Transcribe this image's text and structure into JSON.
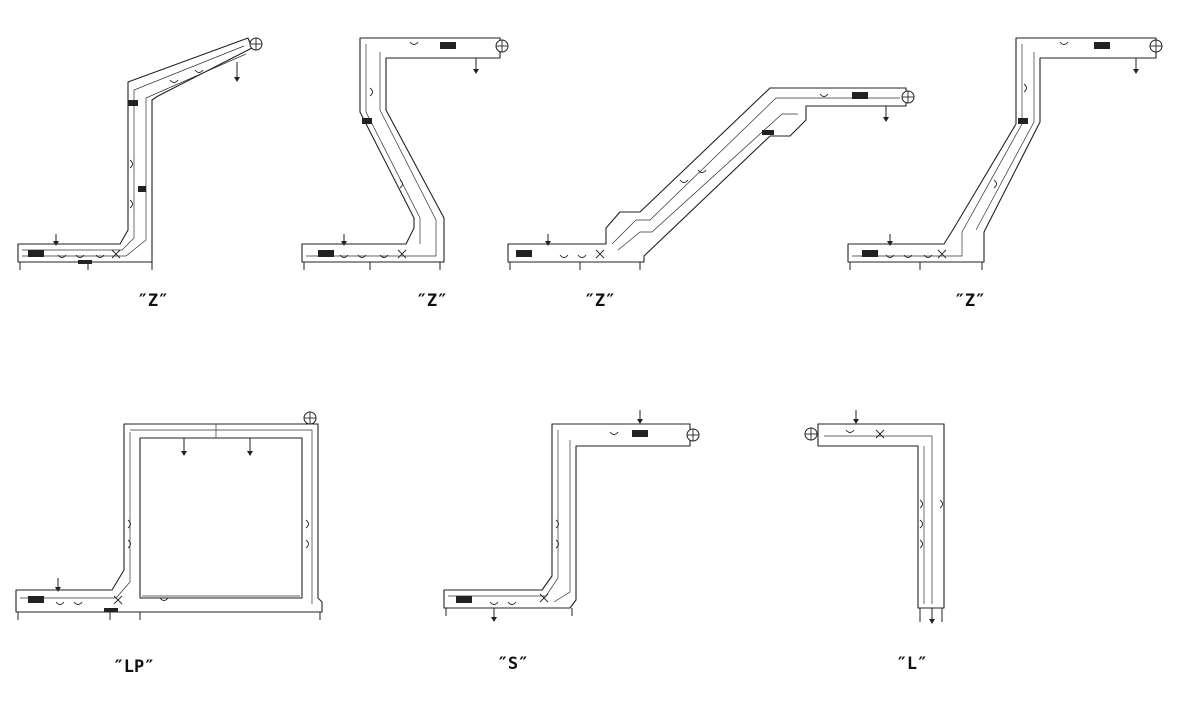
{
  "diagrams": [
    {
      "id": "z1",
      "caption": "″Z″"
    },
    {
      "id": "z2",
      "caption": "″Z″"
    },
    {
      "id": "z3",
      "caption": "″Z″"
    },
    {
      "id": "z4",
      "caption": "″Z″"
    },
    {
      "id": "lp",
      "caption": "″LP″"
    },
    {
      "id": "s",
      "caption": "″S″"
    },
    {
      "id": "l",
      "caption": "″L″"
    }
  ],
  "colors": {
    "line": "#222222",
    "background": "#ffffff"
  }
}
